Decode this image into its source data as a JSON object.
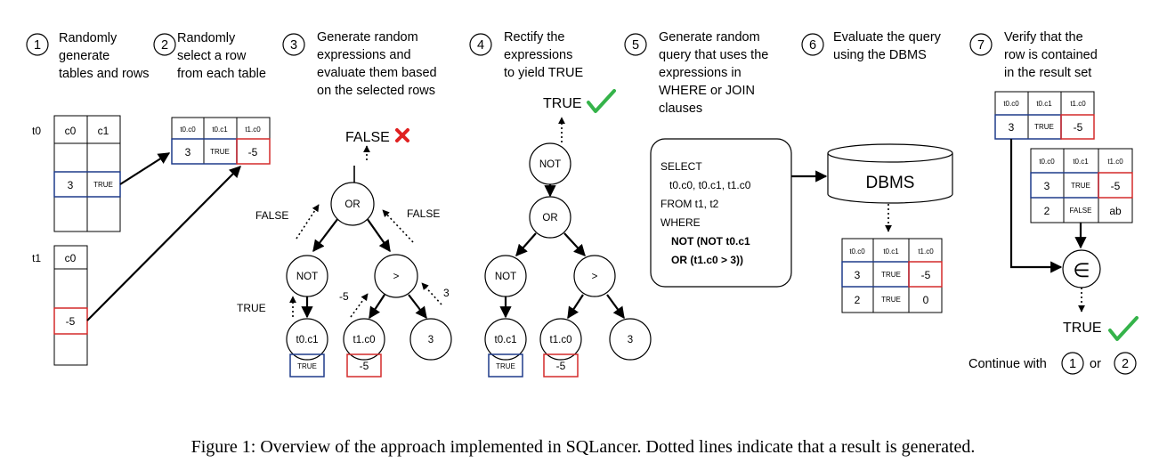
{
  "steps": [
    {
      "num": "1",
      "lines": [
        "Randomly",
        "generate",
        "tables and rows"
      ]
    },
    {
      "num": "2",
      "lines": [
        "Randomly",
        "select a row",
        "from each table"
      ]
    },
    {
      "num": "3",
      "lines": [
        "Generate random",
        "expressions and",
        "evaluate them based",
        "on the selected rows"
      ]
    },
    {
      "num": "4",
      "lines": [
        "Rectify the",
        "expressions",
        "to yield TRUE"
      ]
    },
    {
      "num": "5",
      "lines": [
        "Generate random",
        "query that uses the",
        "expressions in",
        "WHERE or JOIN",
        "clauses"
      ]
    },
    {
      "num": "6",
      "lines": [
        "Evaluate the query",
        "using the DBMS"
      ]
    },
    {
      "num": "7",
      "lines": [
        "Verify that the",
        "row is contained",
        "in the result set"
      ]
    }
  ],
  "tables": {
    "t0": {
      "name": "t0",
      "c0": "c0",
      "c1": "c1",
      "val0": "3",
      "val1": "TRUE"
    },
    "t1": {
      "name": "t1",
      "c0": "c0",
      "val0": "-5"
    }
  },
  "selected_row": {
    "headers": [
      "t0.c0",
      "t0.c1",
      "t1.c0"
    ],
    "values": [
      "3",
      "TRUE",
      "-5"
    ]
  },
  "tree3": {
    "root_result": "FALSE",
    "left_edge": "FALSE",
    "right_edge": "FALSE",
    "or": "OR",
    "not": "NOT",
    "gt": ">",
    "true_label": "TRUE",
    "left_val": "-5",
    "right_val": "3",
    "col0": "t0.c1",
    "col1": "t1.c0",
    "const": "3",
    "box0": "TRUE",
    "box1": "-5"
  },
  "tree4": {
    "root_result": "TRUE",
    "not_top": "NOT",
    "or": "OR",
    "not": "NOT",
    "gt": ">",
    "col0": "t0.c1",
    "col1": "t1.c0",
    "const": "3",
    "box0": "TRUE",
    "box1": "-5"
  },
  "query": {
    "lines": [
      "SELECT",
      "t0.c0, t0.c1, t1.c0",
      "FROM t1, t2",
      "WHERE"
    ],
    "bold_lines": [
      "NOT (NOT t0.c1",
      "OR (t1.c0 > 3))"
    ]
  },
  "dbms": {
    "label": "DBMS"
  },
  "result_set": {
    "headers": [
      "t0.c0",
      "t0.c1",
      "t1.c0"
    ],
    "rows": [
      [
        "3",
        "TRUE",
        "-5"
      ],
      [
        "2",
        "TRUE",
        "0"
      ]
    ]
  },
  "verify": {
    "pivot": {
      "headers": [
        "t0.c0",
        "t0.c1",
        "t1.c0"
      ],
      "values": [
        "3",
        "TRUE",
        "-5"
      ]
    },
    "result": {
      "headers": [
        "t0.c0",
        "t0.c1",
        "t1.c0"
      ],
      "rows": [
        [
          "3",
          "TRUE",
          "-5"
        ],
        [
          "2",
          "FALSE",
          "ab"
        ]
      ]
    },
    "element_of": "∈",
    "result_label": "TRUE",
    "continue_text": "Continue with",
    "or_text": "or",
    "opt1": "1",
    "opt2": "2"
  },
  "caption": "Figure 1: Overview of the approach implemented in SQLancer. Dotted lines indicate that a result is generated."
}
